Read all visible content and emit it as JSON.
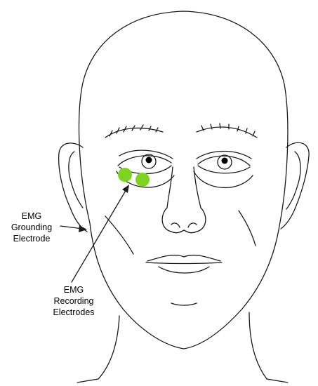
{
  "labels": {
    "grounding": [
      "EMG",
      "Grounding",
      "Electrode"
    ],
    "recording": [
      "EMG",
      "Recording",
      "Electrodes"
    ]
  },
  "colors": {
    "line": "#1a1a1a",
    "electrode": "#7ed321",
    "pupil": "#000000"
  },
  "electrode_count": 2
}
